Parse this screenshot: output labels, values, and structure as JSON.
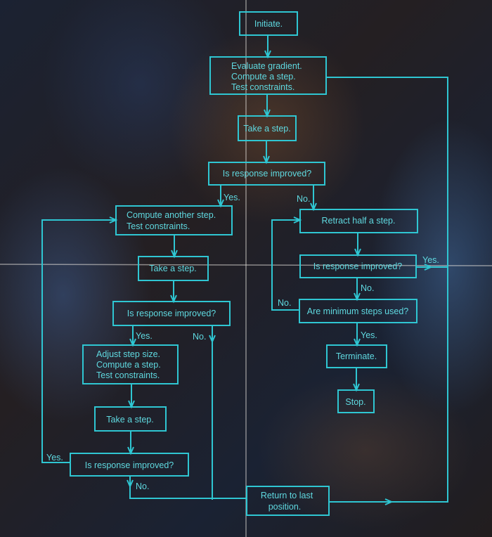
{
  "colors": {
    "line": "#2fc6d2",
    "text": "#5fd9e0"
  },
  "boxes": {
    "initiate": [
      "Initiate."
    ],
    "evaluate": [
      "Evaluate gradient.",
      "Compute a step.",
      "Test constraints."
    ],
    "take1": [
      "Take a step."
    ],
    "improved1": [
      "Is response improved?"
    ],
    "compute_another": [
      "Compute another step.",
      "Test constraints."
    ],
    "retract": [
      "Retract half a step."
    ],
    "take2": [
      "Take a step."
    ],
    "improved_right": [
      "Is response improved?"
    ],
    "improved2": [
      "Is response improved?"
    ],
    "min_steps": [
      "Are minimum steps used?"
    ],
    "adjust": [
      "Adjust step size.",
      "Compute a step.",
      "Test constraints."
    ],
    "terminate": [
      "Terminate."
    ],
    "take3": [
      "Take a step."
    ],
    "stop": [
      "Stop."
    ],
    "improved3": [
      "Is response improved?"
    ],
    "return": [
      "Return to last",
      "position."
    ]
  },
  "labels": {
    "yes1": "Yes.",
    "no1": "No.",
    "yes_right": "Yes.",
    "no_right": "No.",
    "no_min": "No.",
    "yes_min": "Yes.",
    "yes2": "Yes.",
    "no2": "No.",
    "yes3": "Yes.",
    "no3": "No."
  }
}
